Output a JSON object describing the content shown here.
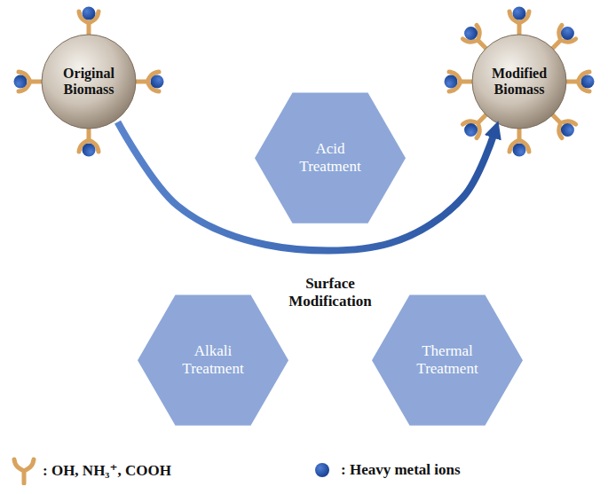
{
  "diagram": {
    "nodes": [
      {
        "text": [
          "Original Biomass"
        ]
      },
      {
        "text": [
          "Modified Biomass"
        ]
      },
      {
        "text": [
          "Acid Treatment"
        ]
      },
      {
        "text": [
          "Surface Modification"
        ]
      },
      {
        "text": [
          "Alkali Treatment"
        ]
      },
      {
        "text": [
          "Thermal Treatment"
        ]
      }
    ],
    "edges": [
      {
        "from": 0,
        "to": 1,
        "arrow": "to"
      }
    ],
    "legend": [
      {
        "text": ": OH, NH₃⁺, COOH"
      },
      {
        "text": ": Heavy metal ions"
      }
    ]
  }
}
